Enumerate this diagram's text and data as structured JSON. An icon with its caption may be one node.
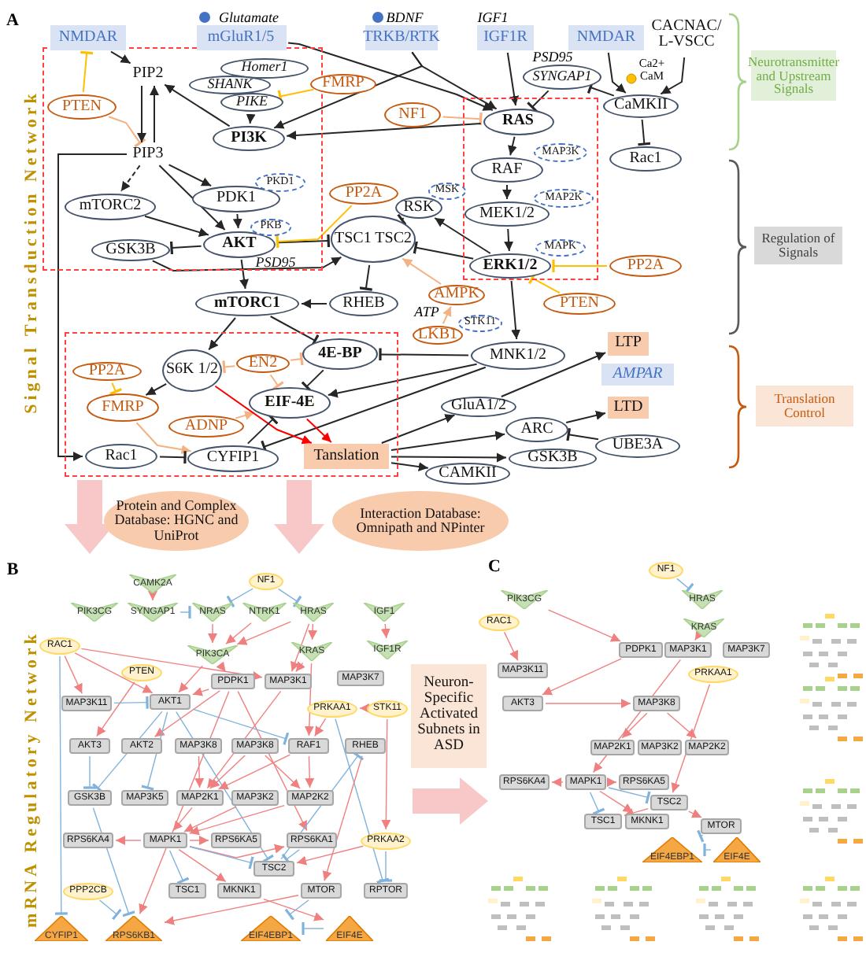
{
  "diagram": {
    "nodes": [
      {
        "text": [],
        "shape": "box"
      },
      {
        "text": [],
        "shape": "box"
      },
      {
        "text": [],
        "shape": "box"
      },
      {
        "text": [
          "NMDAR"
        ]
      },
      {
        "text": [
          "mGluR1/5"
        ],
        "beside": [
          "Glutamate"
        ]
      },
      {
        "text": [
          "TRKB/RTK"
        ],
        "beside": [
          "BDNF"
        ]
      },
      {
        "text": [
          "IGF1R"
        ],
        "beside": [
          "IGF1"
        ]
      },
      {
        "text": [
          "NMDAR"
        ]
      },
      {
        "text": [
          "CACNAC/ L-VSCC"
        ]
      },
      {
        "text": [
          "PTEN"
        ],
        "in": 0
      },
      {
        "text": [
          "PIP2"
        ],
        "in": 0
      },
      {
        "text": [
          "PIP3"
        ],
        "in": 0
      },
      {
        "text": [
          "Homer1"
        ],
        "in": 0
      },
      {
        "text": [
          "SHANK"
        ],
        "in": 0
      },
      {
        "text": [
          "PIKE"
        ],
        "in": 0
      },
      {
        "text": [
          "FMRP"
        ]
      },
      {
        "text": [
          "PI3K"
        ],
        "in": 0
      },
      {
        "text": [
          "PDK1"
        ],
        "in": 0
      },
      {
        "text": [
          "PKD1"
        ],
        "in": 0
      },
      {
        "text": [
          "mTORC2"
        ],
        "in": 0
      },
      {
        "text": [
          "AKT"
        ],
        "in": 0,
        "beside": [
          "PSD95"
        ]
      },
      {
        "text": [
          "PKB"
        ],
        "in": 0
      },
      {
        "text": [
          "GSK3B"
        ],
        "in": 0
      },
      {
        "text": [
          "NF1"
        ]
      },
      {
        "text": [
          "SYNGAP1"
        ],
        "beside": [
          "PSD95"
        ]
      },
      {
        "text": [
          "CaMKII"
        ],
        "beside": [
          "Ca2+ CaM"
        ]
      },
      {
        "text": [
          "Rac1"
        ]
      },
      {
        "text": [
          "RAS"
        ],
        "in": 1
      },
      {
        "text": [
          "RAF"
        ],
        "in": 1
      },
      {
        "text": [
          "MAP3K"
        ],
        "in": 1
      },
      {
        "text": [
          "MEK1/2"
        ],
        "in": 1
      },
      {
        "text": [
          "MAP2K"
        ],
        "in": 1
      },
      {
        "text": [
          "ERK1/2"
        ],
        "in": 1
      },
      {
        "text": [
          "MAPK"
        ],
        "in": 1
      },
      {
        "text": [
          "PP2A"
        ]
      },
      {
        "text": [
          "PTEN"
        ]
      },
      {
        "text": [
          "RSK"
        ]
      },
      {
        "text": [
          "MSK"
        ]
      },
      {
        "text": [
          "PP2A"
        ]
      },
      {
        "text": [
          "TSC1 TSC2"
        ]
      },
      {
        "text": [
          "mTORC1"
        ]
      },
      {
        "text": [
          "RHEB"
        ]
      },
      {
        "text": [
          "AMPK"
        ]
      },
      {
        "text": [
          "LKB1"
        ],
        "beside": [
          "ATP"
        ]
      },
      {
        "text": [
          "STK11"
        ]
      },
      {
        "text": [
          "MNK1/2"
        ]
      },
      {
        "text": [
          "S6K 1/2"
        ],
        "in": 2
      },
      {
        "text": [
          "EN2"
        ],
        "in": 2
      },
      {
        "text": [
          "4E-BP"
        ],
        "in": 2
      },
      {
        "text": [
          "PP2A"
        ],
        "in": 2
      },
      {
        "text": [
          "FMRP"
        ],
        "in": 2
      },
      {
        "text": [
          "EIF-4E"
        ],
        "in": 2
      },
      {
        "text": [
          "ADNP"
        ],
        "in": 2
      },
      {
        "text": [
          "Rac1"
        ],
        "in": 2
      },
      {
        "text": [
          "CYFIP1"
        ],
        "in": 2
      },
      {
        "text": [
          "Tanslation"
        ],
        "in": 2
      },
      {
        "text": [
          "LTP"
        ]
      },
      {
        "text": [
          "AMPAR"
        ]
      },
      {
        "text": [
          "LTD"
        ]
      },
      {
        "text": [
          "GluA1/2"
        ]
      },
      {
        "text": [
          "ARC"
        ]
      },
      {
        "text": [
          "UBE3A"
        ]
      },
      {
        "text": [
          "GSK3B"
        ]
      },
      {
        "text": [
          "CAMKII"
        ]
      },
      {
        "text": [
          "Protein and Complex Database: HGNC and UniProt"
        ]
      },
      {
        "text": [
          "Interaction Database: Omnipath and NPinter"
        ]
      },
      {
        "text": [
          "Neurotransmitter and Upstream Signals"
        ]
      },
      {
        "text": [
          "Regulation of Signals"
        ]
      },
      {
        "text": [
          "Translation Control"
        ]
      },
      {
        "text": [
          "CAMK2A"
        ]
      },
      {
        "text": [
          "NF1"
        ]
      },
      {
        "text": [
          "PIK3CG"
        ]
      },
      {
        "text": [
          "SYNGAP1"
        ]
      },
      {
        "text": [
          "NRAS"
        ]
      },
      {
        "text": [
          "NTRK1"
        ]
      },
      {
        "text": [
          "HRAS"
        ]
      },
      {
        "text": [
          "IGF1"
        ]
      },
      {
        "text": [
          "RAC1"
        ]
      },
      {
        "text": [
          "PIK3CA"
        ]
      },
      {
        "text": [
          "KRAS"
        ]
      },
      {
        "text": [
          "IGF1R"
        ]
      },
      {
        "text": [
          "PTEN"
        ]
      },
      {
        "text": [
          "MAP3K11"
        ]
      },
      {
        "text": [
          "AKT1"
        ]
      },
      {
        "text": [
          "PDPK1"
        ]
      },
      {
        "text": [
          "MAP3K1"
        ]
      },
      {
        "text": [
          "MAP3K7"
        ]
      },
      {
        "text": [
          "PRKAA1"
        ]
      },
      {
        "text": [
          "STK11"
        ]
      },
      {
        "text": [
          "AKT3"
        ]
      },
      {
        "text": [
          "AKT2"
        ]
      },
      {
        "text": [
          "MAP3K8"
        ]
      },
      {
        "text": [
          "MAP3K8"
        ]
      },
      {
        "text": [
          "RAF1"
        ]
      },
      {
        "text": [
          "RHEB"
        ]
      },
      {
        "text": [
          "GSK3B"
        ]
      },
      {
        "text": [
          "MAP3K5"
        ]
      },
      {
        "text": [
          "MAP2K1"
        ]
      },
      {
        "text": [
          "MAP3K2"
        ]
      },
      {
        "text": [
          "MAP2K2"
        ]
      },
      {
        "text": [
          "RPS6KA4"
        ]
      },
      {
        "text": [
          "MAPK1"
        ]
      },
      {
        "text": [
          "RPS6KA5"
        ]
      },
      {
        "text": [
          "RPS6KA1"
        ]
      },
      {
        "text": [
          "PRKAA2"
        ]
      },
      {
        "text": [
          "TSC2"
        ]
      },
      {
        "text": [
          "PPP2CB"
        ]
      },
      {
        "text": [
          "TSC1"
        ]
      },
      {
        "text": [
          "MKNK1"
        ]
      },
      {
        "text": [
          "MTOR"
        ]
      },
      {
        "text": [
          "RPTOR"
        ]
      },
      {
        "text": [
          "CYFIP1"
        ]
      },
      {
        "text": [
          "RPS6KB1"
        ]
      },
      {
        "text": [
          "EIF4EBP1"
        ]
      },
      {
        "text": [
          "EIF4E"
        ]
      },
      {
        "text": [
          "Neuron-Specific Activated Subnets in ASD"
        ]
      },
      {
        "text": [
          "NF1"
        ]
      },
      {
        "text": [
          "PIK3CG"
        ]
      },
      {
        "text": [
          "HRAS"
        ]
      },
      {
        "text": [
          "RAC1"
        ]
      },
      {
        "text": [
          "KRAS"
        ]
      },
      {
        "text": [
          "PDPK1"
        ]
      },
      {
        "text": [
          "MAP3K1"
        ]
      },
      {
        "text": [
          "MAP3K7"
        ]
      },
      {
        "text": [
          "MAP3K11"
        ]
      },
      {
        "text": [
          "PRKAA1"
        ]
      },
      {
        "text": [
          "AKT3"
        ]
      },
      {
        "text": [
          "MAP3K8"
        ]
      },
      {
        "text": [
          "MAP2K1"
        ]
      },
      {
        "text": [
          "MAP3K2"
        ]
      },
      {
        "text": [
          "MAP2K2"
        ]
      },
      {
        "text": [
          "RPS6KA4"
        ]
      },
      {
        "text": [
          "MAPK1"
        ]
      },
      {
        "text": [
          "RPS6KA5"
        ]
      },
      {
        "text": [
          "TSC2"
        ]
      },
      {
        "text": [
          "TSC1"
        ]
      },
      {
        "text": [
          "MKNK1"
        ]
      },
      {
        "text": [
          "MTOR"
        ]
      },
      {
        "text": [
          "EIF4EBP1"
        ]
      },
      {
        "text": [
          "EIF4E"
        ]
      }
    ],
    "edges": [
      {
        "from": 3,
        "to": 10,
        "arrow": "to",
        "color": "#262626"
      },
      {
        "from": 9,
        "to": 3,
        "arrow": "other",
        "color": "#ffc000"
      },
      {
        "from": 9,
        "to": 11,
        "arrow": "other",
        "color": "#f4b183"
      },
      {
        "from": 10,
        "to": 11,
        "arrow": "to",
        "color": "#262626"
      },
      {
        "from": 11,
        "to": 10,
        "arrow": "to",
        "color": "#262626"
      },
      {
        "from": 16,
        "to": 10,
        "arrow": "to",
        "color": "#262626"
      },
      {
        "from": 14,
        "to": 16,
        "arrow": "to",
        "color": "#262626"
      },
      {
        "from": 15,
        "to": 14,
        "arrow": "other",
        "color": "#ffc000"
      },
      {
        "from": 4,
        "to": 27,
        "arrow": "to",
        "color": "#262626"
      },
      {
        "from": 5,
        "to": 16,
        "arrow": "to",
        "color": "#262626"
      },
      {
        "from": 5,
        "to": 27,
        "arrow": "to",
        "color": "#262626"
      },
      {
        "from": 23,
        "to": 27,
        "arrow": "other",
        "color": "#f4b183"
      },
      {
        "from": 6,
        "to": 27,
        "arrow": "to",
        "color": "#262626"
      },
      {
        "from": 24,
        "to": 27,
        "arrow": "other",
        "color": "#262626"
      },
      {
        "from": 25,
        "to": 24,
        "arrow": "other",
        "color": "#262626"
      },
      {
        "from": 7,
        "to": 25,
        "arrow": "to",
        "color": "#262626"
      },
      {
        "from": 8,
        "to": 25,
        "arrow": "to",
        "color": "#262626"
      },
      {
        "from": 25,
        "to": 26,
        "arrow": "other",
        "color": "#262626"
      },
      {
        "from": 27,
        "to": 16,
        "arrow": "to",
        "color": "#262626"
      },
      {
        "from": 11,
        "to": 19,
        "arrow": "to",
        "style": "dashed",
        "color": "#262626"
      },
      {
        "from": 11,
        "to": 20,
        "arrow": "to",
        "color": "#262626"
      },
      {
        "from": 11,
        "to": 17,
        "arrow": "to",
        "color": "#262626"
      },
      {
        "from": 11,
        "to": 53,
        "arrow": "to",
        "color": "#262626"
      },
      {
        "from": 17,
        "to": 20,
        "arrow": "to",
        "color": "#262626"
      },
      {
        "from": 19,
        "to": 20,
        "arrow": "to",
        "color": "#262626"
      },
      {
        "from": 20,
        "to": 22,
        "arrow": "other",
        "color": "#262626"
      },
      {
        "from": 20,
        "to": 39,
        "arrow": "other",
        "color": "#262626"
      },
      {
        "from": 22,
        "to": 39,
        "arrow": "to",
        "color": "#262626"
      },
      {
        "from": 38,
        "to": 20,
        "arrow": "other",
        "color": "#ffc000"
      },
      {
        "from": 20,
        "to": 40,
        "arrow": "to",
        "color": "#262626"
      },
      {
        "from": 27,
        "to": 28,
        "arrow": "to",
        "color": "#262626"
      },
      {
        "from": 28,
        "to": 30,
        "arrow": "to",
        "color": "#262626"
      },
      {
        "from": 30,
        "to": 32,
        "arrow": "to",
        "color": "#262626"
      },
      {
        "from": 34,
        "to": 32,
        "arrow": "other",
        "color": "#ffc000"
      },
      {
        "from": 35,
        "to": 32,
        "arrow": "other",
        "color": "#ffc000"
      },
      {
        "from": 32,
        "to": 36,
        "arrow": "to",
        "color": "#262626"
      },
      {
        "from": 36,
        "to": 39,
        "arrow": "other",
        "color": "#262626"
      },
      {
        "from": 32,
        "to": 39,
        "arrow": "other",
        "color": "#262626"
      },
      {
        "from": 39,
        "to": 41,
        "arrow": "other",
        "color": "#262626"
      },
      {
        "from": 41,
        "to": 40,
        "arrow": "to",
        "color": "#262626"
      },
      {
        "from": 42,
        "to": 39,
        "arrow": "to",
        "color": "#f4b183"
      },
      {
        "from": 43,
        "to": 42,
        "arrow": "to",
        "color": "#f4b183"
      },
      {
        "from": 32,
        "to": 45,
        "arrow": "to",
        "color": "#262626"
      },
      {
        "from": 40,
        "to": 48,
        "arrow": "other",
        "color": "#262626"
      },
      {
        "from": 40,
        "to": 46,
        "arrow": "to",
        "color": "#262626"
      },
      {
        "from": 45,
        "to": 48,
        "arrow": "other",
        "color": "#262626"
      },
      {
        "from": 45,
        "to": 51,
        "arrow": "to",
        "color": "#262626"
      },
      {
        "from": 45,
        "to": 54,
        "arrow": "other",
        "color": "#262626"
      },
      {
        "from": 48,
        "to": 51,
        "arrow": "other",
        "color": "#262626"
      },
      {
        "from": 47,
        "to": 46,
        "arrow": "other",
        "color": "#f4b183"
      },
      {
        "from": 47,
        "to": 48,
        "arrow": "other",
        "color": "#f4b183"
      },
      {
        "from": 47,
        "to": 51,
        "arrow": "other",
        "color": "#f4b183"
      },
      {
        "from": 46,
        "to": 50,
        "arrow": "to",
        "color": "#262626"
      },
      {
        "from": 49,
        "to": 50,
        "arrow": "other",
        "color": "#ffc000"
      },
      {
        "from": 50,
        "to": 54,
        "arrow": "to",
        "color": "#f4b183"
      },
      {
        "from": 52,
        "to": 51,
        "arrow": "to",
        "color": "#f4b183"
      },
      {
        "from": 46,
        "to": 55,
        "arrow": "to",
        "color": "#ff0000"
      },
      {
        "from": 51,
        "to": 55,
        "arrow": "to",
        "color": "#ff0000"
      },
      {
        "from": 53,
        "to": 54,
        "arrow": "other",
        "color": "#262626"
      },
      {
        "from": 54,
        "to": 51,
        "arrow": "other",
        "color": "#262626"
      },
      {
        "from": 55,
        "to": 59,
        "arrow": "to",
        "color": "#262626"
      },
      {
        "from": 55,
        "to": 60,
        "arrow": "to",
        "color": "#262626"
      },
      {
        "from": 55,
        "to": 62,
        "arrow": "to",
        "color": "#262626"
      },
      {
        "from": 55,
        "to": 63,
        "arrow": "to",
        "color": "#262626"
      },
      {
        "from": 59,
        "to": 56,
        "arrow": "to",
        "color": "#262626"
      },
      {
        "from": 60,
        "to": 58,
        "arrow": "to",
        "color": "#262626"
      },
      {
        "from": 61,
        "to": 60,
        "arrow": "other",
        "color": "#262626"
      },
      {
        "from": 69,
        "to": 72,
        "arrow": "to",
        "color": "#f08080"
      },
      {
        "from": 70,
        "to": 73,
        "arrow": "other",
        "color": "#7fb2dc"
      },
      {
        "from": 70,
        "to": 75,
        "arrow": "other",
        "color": "#7fb2dc"
      },
      {
        "from": 72,
        "to": 73,
        "arrow": "other",
        "color": "#7fb2dc"
      },
      {
        "from": 76,
        "to": 80,
        "arrow": "to",
        "color": "#f08080"
      },
      {
        "from": 73,
        "to": 78,
        "arrow": "to",
        "color": "#f08080"
      },
      {
        "from": 75,
        "to": 78,
        "arrow": "to",
        "color": "#f08080"
      },
      {
        "from": 74,
        "to": 78,
        "arrow": "to",
        "color": "#f08080"
      },
      {
        "from": 77,
        "to": 83,
        "arrow": "to",
        "color": "#f08080"
      },
      {
        "from": 77,
        "to": 82,
        "arrow": "to",
        "color": "#f08080"
      },
      {
        "from": 77,
        "to": 85,
        "arrow": "to",
        "color": "#f08080"
      },
      {
        "from": 75,
        "to": 79,
        "arrow": "to",
        "color": "#f08080"
      },
      {
        "from": 79,
        "to": 93,
        "arrow": "to",
        "color": "#f08080"
      },
      {
        "from": 79,
        "to": 85,
        "arrow": "to",
        "color": "#f08080"
      },
      {
        "from": 75,
        "to": 85,
        "arrow": "to",
        "color": "#f08080"
      },
      {
        "from": 77,
        "to": 111,
        "arrow": "other",
        "color": "#7fb2dc"
      },
      {
        "from": 81,
        "to": 89,
        "arrow": "to",
        "color": "#f08080"
      },
      {
        "from": 78,
        "to": 84,
        "arrow": "to",
        "color": "#f08080"
      },
      {
        "from": 78,
        "to": 83,
        "arrow": "to",
        "color": "#f08080"
      },
      {
        "from": 84,
        "to": 83,
        "arrow": "to",
        "color": "#f08080"
      },
      {
        "from": 84,
        "to": 90,
        "arrow": "to",
        "color": "#f08080"
      },
      {
        "from": 84,
        "to": 103,
        "arrow": "to",
        "color": "#f08080"
      },
      {
        "from": 82,
        "to": 83,
        "arrow": "other",
        "color": "#7fb2dc"
      },
      {
        "from": 83,
        "to": 93,
        "arrow": "other",
        "color": "#7fb2dc"
      },
      {
        "from": 83,
        "to": 105,
        "arrow": "other",
        "color": "#7fb2dc"
      },
      {
        "from": 83,
        "to": 95,
        "arrow": "other",
        "color": "#7fb2dc"
      },
      {
        "from": 83,
        "to": 96,
        "arrow": "other",
        "color": "#7fb2dc"
      },
      {
        "from": 89,
        "to": 95,
        "arrow": "other",
        "color": "#7fb2dc"
      },
      {
        "from": 85,
        "to": 97,
        "arrow": "to",
        "color": "#f08080"
      },
      {
        "from": 92,
        "to": 97,
        "arrow": "to",
        "color": "#f08080"
      },
      {
        "from": 92,
        "to": 99,
        "arrow": "to",
        "color": "#f08080"
      },
      {
        "from": 93,
        "to": 97,
        "arrow": "to",
        "color": "#f08080"
      },
      {
        "from": 93,
        "to": 99,
        "arrow": "to",
        "color": "#f08080"
      },
      {
        "from": 91,
        "to": 97,
        "arrow": "to",
        "color": "#f08080"
      },
      {
        "from": 88,
        "to": 87,
        "arrow": "to",
        "color": "#f08080"
      },
      {
        "from": 88,
        "to": 104,
        "arrow": "to",
        "color": "#f08080"
      },
      {
        "from": 87,
        "to": 93,
        "arrow": "to",
        "color": "#f08080"
      },
      {
        "from": 87,
        "to": 110,
        "arrow": "other",
        "color": "#7fb2dc"
      },
      {
        "from": 104,
        "to": 110,
        "arrow": "other",
        "color": "#7fb2dc"
      },
      {
        "from": 104,
        "to": 105,
        "arrow": "to",
        "color": "#f08080"
      },
      {
        "from": 94,
        "to": 109,
        "arrow": "to",
        "color": "#f08080"
      },
      {
        "from": 105,
        "to": 94,
        "arrow": "other",
        "color": "#7fb2dc"
      },
      {
        "from": 97,
        "to": 101,
        "arrow": "to",
        "color": "#f08080"
      },
      {
        "from": 99,
        "to": 101,
        "arrow": "to",
        "color": "#f08080"
      },
      {
        "from": 98,
        "to": 101,
        "arrow": "to",
        "color": "#f08080"
      },
      {
        "from": 101,
        "to": 100,
        "arrow": "to",
        "color": "#f08080"
      },
      {
        "from": 101,
        "to": 102,
        "arrow": "to",
        "color": "#f08080"
      },
      {
        "from": 101,
        "to": 103,
        "arrow": "to",
        "color": "#f08080"
      },
      {
        "from": 101,
        "to": 108,
        "arrow": "to",
        "color": "#f08080"
      },
      {
        "from": 101,
        "to": 107,
        "arrow": "other",
        "color": "#7fb2dc"
      },
      {
        "from": 101,
        "to": 105,
        "arrow": "other",
        "color": "#7fb2dc"
      },
      {
        "from": 103,
        "to": 105,
        "arrow": "other",
        "color": "#7fb2dc"
      },
      {
        "from": 109,
        "to": 112,
        "arrow": "to",
        "color": "#f08080"
      },
      {
        "from": 109,
        "to": 113,
        "arrow": "other",
        "color": "#7fb2dc"
      },
      {
        "from": 108,
        "to": 114,
        "arrow": "to",
        "color": "#f08080"
      },
      {
        "from": 114,
        "to": 113,
        "arrow": "other",
        "color": "#7fb2dc"
      },
      {
        "from": 106,
        "to": 112,
        "arrow": "other",
        "color": "#7fb2dc"
      },
      {
        "from": 95,
        "to": 112,
        "arrow": "other",
        "color": "#7fb2dc"
      },
      {
        "from": 84,
        "to": 112,
        "arrow": "to",
        "color": "#f08080"
      },
      {
        "from": 116,
        "to": 118,
        "arrow": "other",
        "color": "#7fb2dc"
      },
      {
        "from": 117,
        "to": 121,
        "arrow": "to",
        "color": "#f08080"
      },
      {
        "from": 119,
        "to": 124,
        "arrow": "to",
        "color": "#f08080"
      },
      {
        "from": 121,
        "to": 126,
        "arrow": "to",
        "color": "#f08080"
      },
      {
        "from": 126,
        "to": 127,
        "arrow": "to",
        "color": "#f08080"
      },
      {
        "from": 120,
        "to": 122,
        "arrow": "to",
        "color": "#f08080"
      },
      {
        "from": 122,
        "to": 132,
        "arrow": "to",
        "color": "#f08080"
      },
      {
        "from": 127,
        "to": 128,
        "arrow": "to",
        "color": "#f08080"
      },
      {
        "from": 127,
        "to": 130,
        "arrow": "to",
        "color": "#f08080"
      },
      {
        "from": 125,
        "to": 134,
        "arrow": "to",
        "color": "#f08080"
      },
      {
        "from": 132,
        "to": 131,
        "arrow": "to",
        "color": "#f08080"
      },
      {
        "from": 132,
        "to": 133,
        "arrow": "to",
        "color": "#f08080"
      },
      {
        "from": 132,
        "to": 134,
        "arrow": "other",
        "color": "#7fb2dc"
      },
      {
        "from": 132,
        "to": 135,
        "arrow": "other",
        "color": "#7fb2dc"
      },
      {
        "from": 132,
        "to": 136,
        "arrow": "to",
        "color": "#f08080"
      },
      {
        "from": 134,
        "to": 135,
        "arrow": "to",
        "color": "#f08080"
      },
      {
        "from": 134,
        "to": 137,
        "arrow": "to",
        "color": "#f08080"
      },
      {
        "from": 137,
        "to": 138,
        "arrow": "other",
        "color": "#7fb2dc"
      },
      {
        "from": 139,
        "to": 138,
        "arrow": "other",
        "color": "#7fb2dc"
      },
      {
        "from": 2,
        "to": null,
        "arrow": "to",
        "style": "thick",
        "color": "#f8c8c8"
      },
      {
        "from": 2,
        "to": null,
        "arrow": "to",
        "style": "thick",
        "color": "#f8c8c8"
      },
      {
        "from": 115,
        "to": null,
        "arrow": "to",
        "style": "thick",
        "color": "#f8c8c8"
      }
    ],
    "labels": [
      "A",
      "Signal Transduction Network",
      "B",
      "mRNA Regulatory Network",
      "C"
    ]
  }
}
